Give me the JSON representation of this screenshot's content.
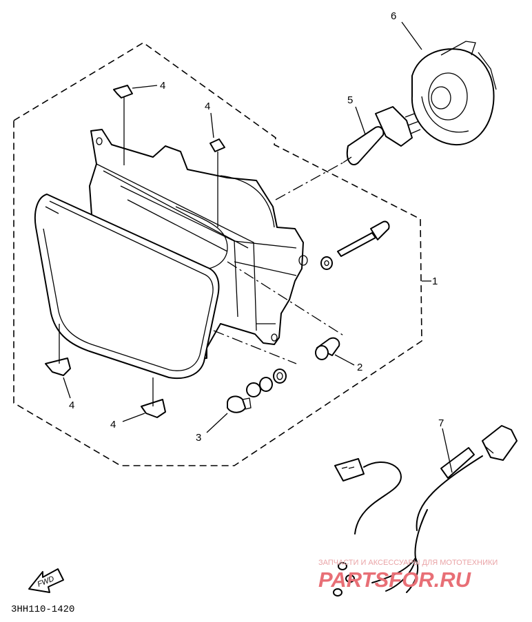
{
  "diagram": {
    "callouts": {
      "headlight_assy": "1",
      "bulb_socket": "2",
      "bulb_small": "3",
      "clip_a": "4",
      "clip_b": "4",
      "clip_c": "4",
      "clip_d": "4",
      "bulb_main": "5",
      "bulb_cover": "6",
      "wire_harness": "7"
    },
    "fwd_label": "FWD",
    "drawing_code": "3HH110-1420"
  },
  "watermark": {
    "tagline": "ЗАПЧАСТИ И АКСЕССУАРЫ ДЛЯ МОТОТЕХНИКИ",
    "brand": "PARTSFOR.RU",
    "color": "#e86f76"
  }
}
